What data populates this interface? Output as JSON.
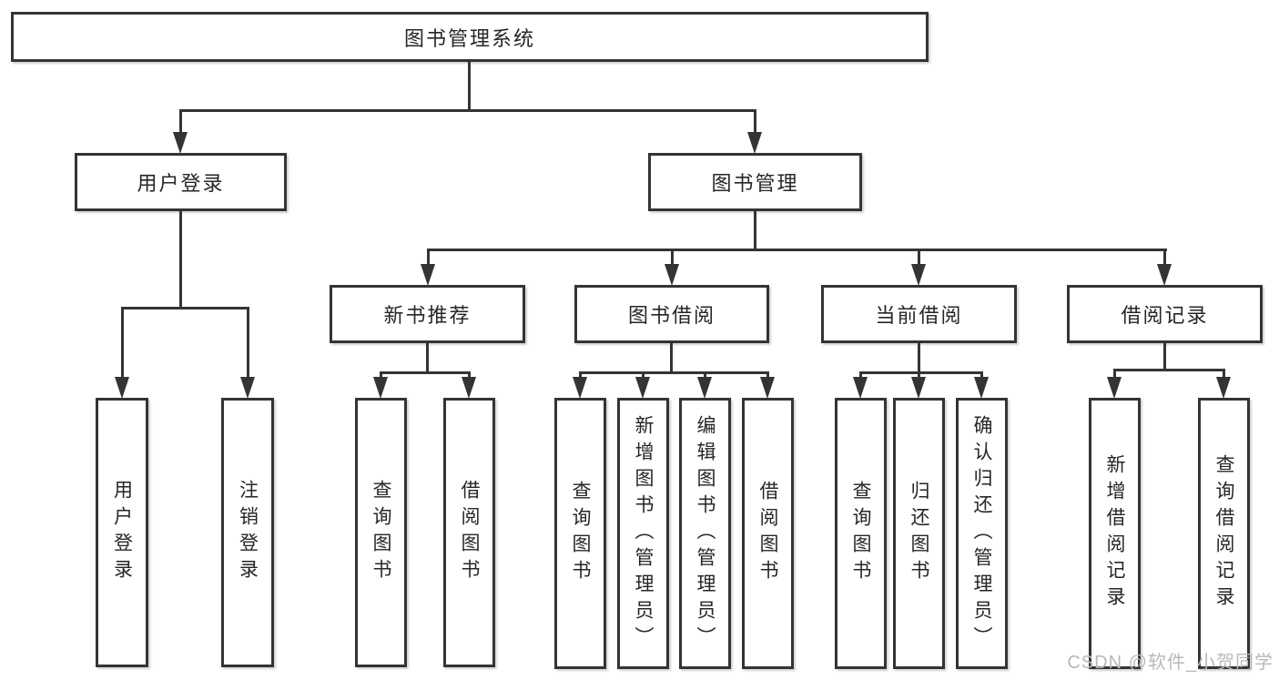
{
  "diagram": {
    "type": "tree",
    "colors": {
      "line": "#343434",
      "border": "#343434",
      "text": "#262626",
      "background": "#ffffff",
      "watermark": "#b9b9b9"
    },
    "nodes": {
      "root": {
        "label": "图书管理系统"
      },
      "branches": [
        {
          "label": "用户登录",
          "children": [
            {
              "label": "用户登录"
            },
            {
              "label": "注销登录"
            }
          ]
        },
        {
          "label": "图书管理",
          "children": [
            {
              "label": "新书推荐",
              "children": [
                {
                  "label": "查询图书"
                },
                {
                  "label": "借阅图书"
                }
              ]
            },
            {
              "label": "图书借阅",
              "children": [
                {
                  "label": "查询图书"
                },
                {
                  "label": "新增图书（管理员）"
                },
                {
                  "label": "编辑图书（管理员）"
                },
                {
                  "label": "借阅图书"
                }
              ]
            },
            {
              "label": "当前借阅",
              "children": [
                {
                  "label": "查询图书"
                },
                {
                  "label": "归还图书"
                },
                {
                  "label": "确认归还（管理员）"
                }
              ]
            },
            {
              "label": "借阅记录",
              "children": [
                {
                  "label": "新增借阅记录"
                },
                {
                  "label": "查询借阅记录"
                }
              ]
            }
          ]
        }
      ]
    },
    "watermark": "CSDN @软件_小贺同学"
  }
}
